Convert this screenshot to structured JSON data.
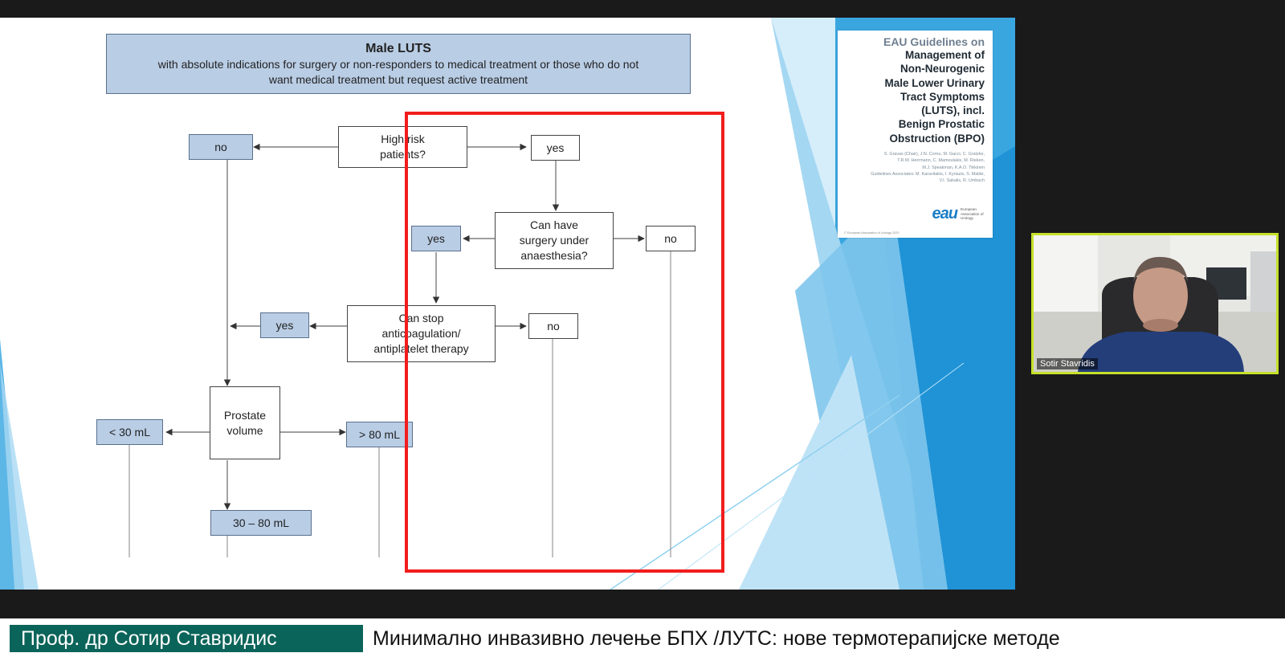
{
  "header": {
    "title": "Male LUTS",
    "subtitle_line1": "with absolute indications for surgery or non-responders to medical treatment or those who do not",
    "subtitle_line2": "want medical treatment but request active treatment"
  },
  "flowchart": {
    "high_risk": {
      "line1": "High risk",
      "line2": "patients?"
    },
    "high_risk_no": "no",
    "high_risk_yes": "yes",
    "surgery_q": {
      "line1": "Can have",
      "line2": "surgery under",
      "line3": "anaesthesia?"
    },
    "surgery_yes": "yes",
    "surgery_no": "no",
    "anticoag_q": {
      "line1": "Can stop",
      "line2": "anticoagulation/",
      "line3": "antiplatelet therapy"
    },
    "anticoag_yes": "yes",
    "anticoag_no": "no",
    "prostate_q": {
      "line1": "Prostate",
      "line2": "volume"
    },
    "vol_lt30": "< 30 mL",
    "vol_gt80": "> 80 mL",
    "vol_30_80": "30 – 80 mL"
  },
  "cover": {
    "eau": "EAU Guidelines on",
    "title_lines": [
      "Management of",
      "Non-Neurogenic",
      "Male Lower Urinary",
      "Tract Symptoms",
      "(LUTS), incl.",
      "Benign Prostatic",
      "Obstruction (BPO)"
    ],
    "authors_lines": [
      "S. Gravas (Chair), J.N. Cornu, M. Gacci, C. Gratzke,",
      "T.R.W. Herrmann, C. Mamoulakis, M. Rieken,",
      "M.J. Speakman, K.A.O. Tikkinen",
      "Guidelines Associates: M. Karavitakis, I. Kyriazis, S. Malde,",
      "V.I. Sakalis, R. Umbach"
    ],
    "logo_mark": "eau",
    "logo_text": "European Association of Urology",
    "copyright": "© European Association of Urology 2020"
  },
  "webcam": {
    "name": "Sotir Stavridis"
  },
  "lower_third": {
    "presenter": "Проф. др Сотир Ставридис",
    "title": "Минимално инвазивно лечење БПХ /ЛУТС: нове термотерапијске методе"
  },
  "colors": {
    "box_blue": "#b9cde5",
    "highlight_red": "#f21d1d",
    "webcam_border": "#c7e02a",
    "lower_third_teal": "#0b6459",
    "slide_accent_blue": "#1f93d6"
  }
}
